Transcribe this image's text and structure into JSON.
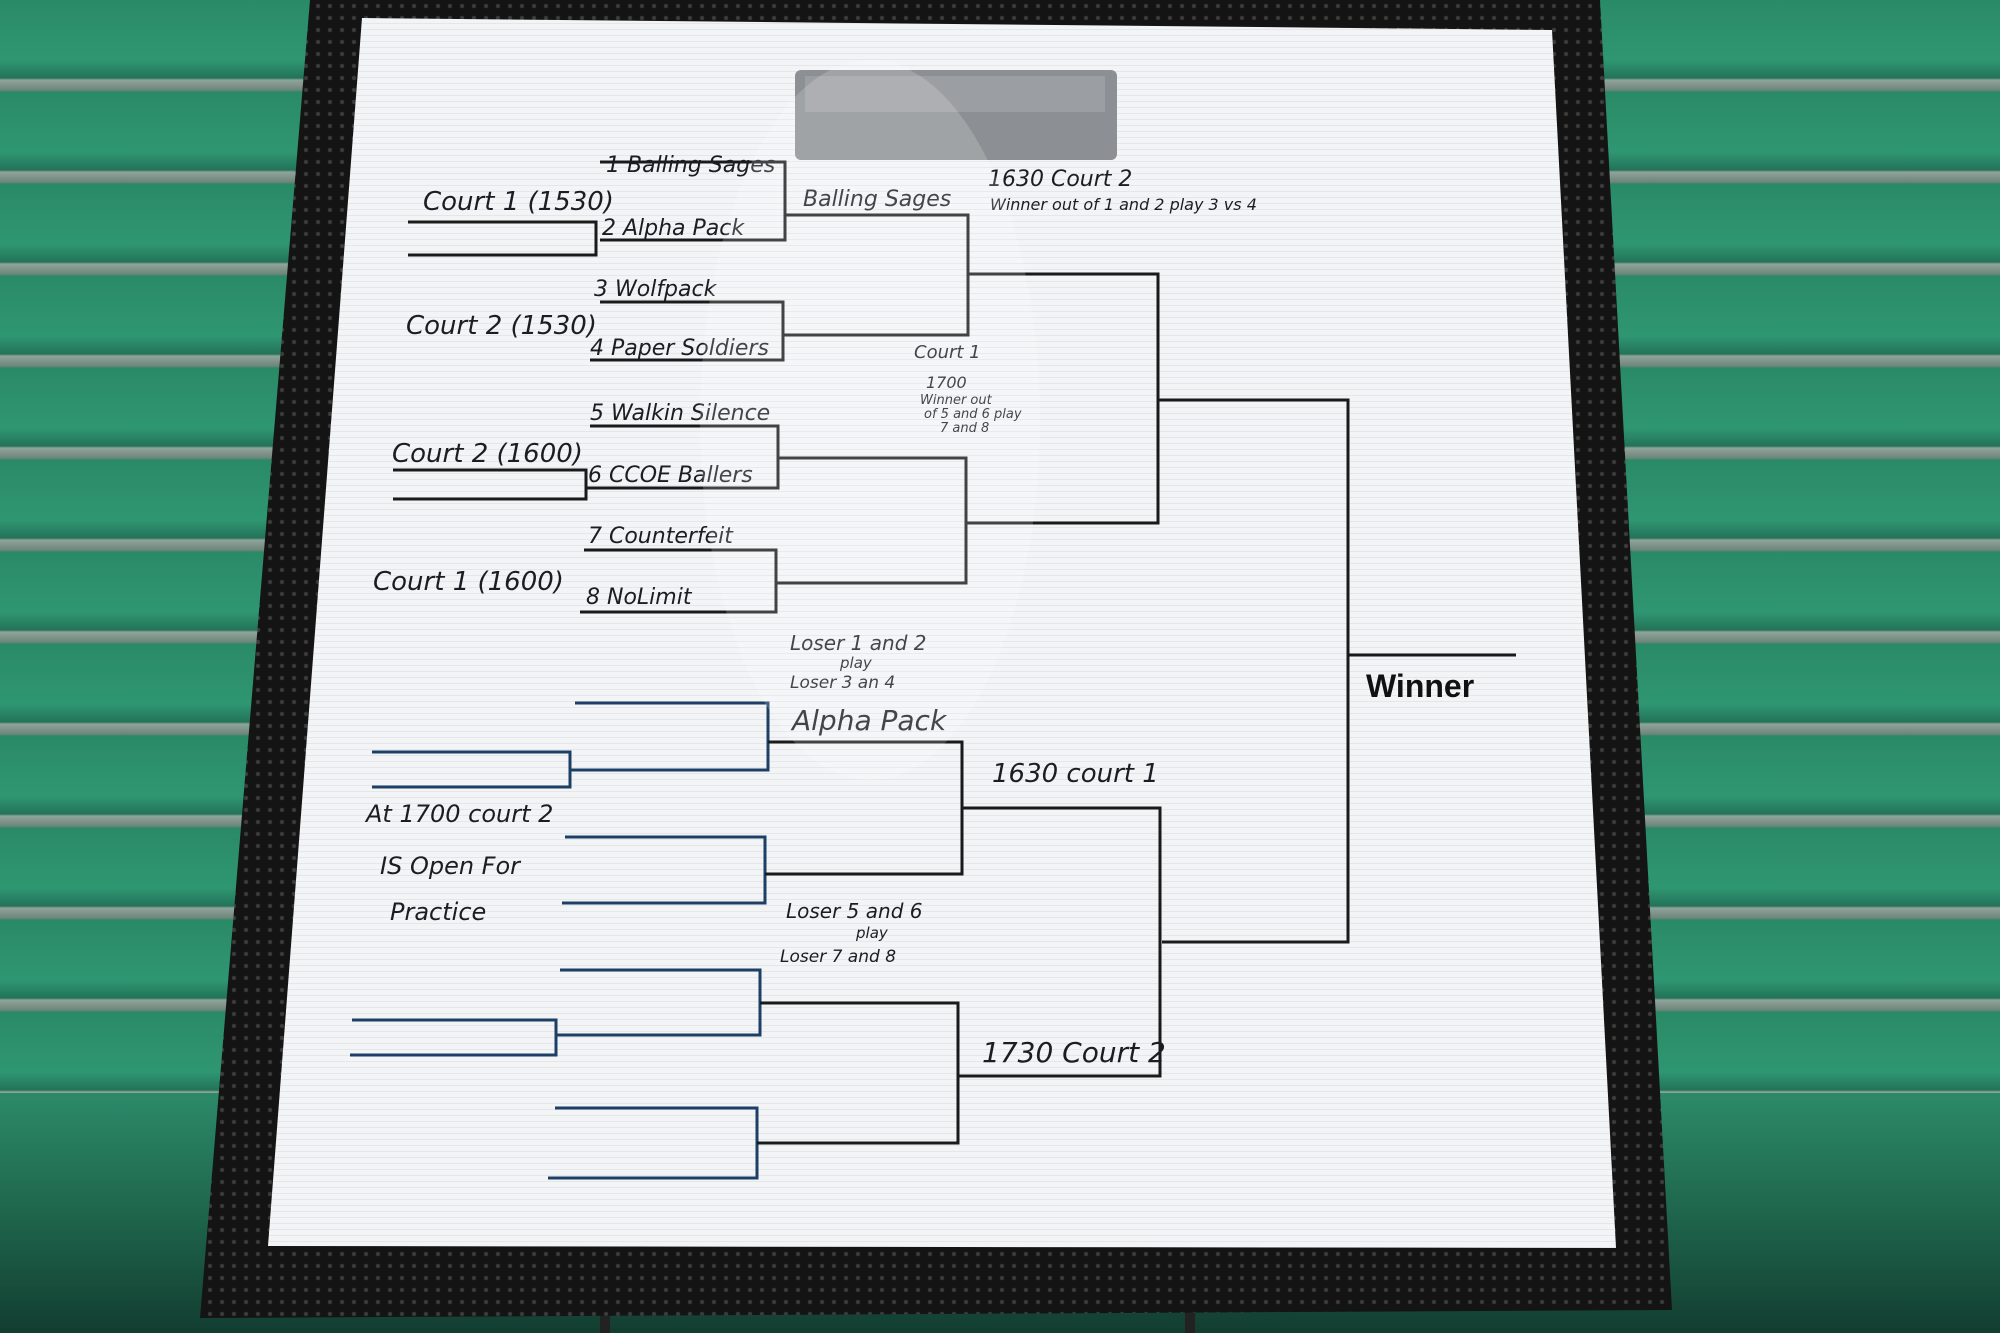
{
  "colors": {
    "bleacher_green": "#2a8a68",
    "board_white": "#f4f5f7",
    "frame_black": "#151515",
    "bracket_black": "#1a1a1a",
    "bracket_blue": "#1d3f66",
    "tape_gray": "#8c8f93"
  },
  "bracket": {
    "winner_label": "Winner",
    "top_half": {
      "seeds": [
        "1 Balling Sages",
        "2 Alpha Pack",
        "3 Wolfpack",
        "4 Paper Soldiers",
        "5 Walkin Silence",
        "6 CCOE Ballers",
        "7 Counterfeit",
        "8 NoLimit"
      ],
      "court_notes": [
        "Court 1 (1530)",
        "Court 2 (1530)",
        "Court 2 (1600)",
        "Court 1 (1600)"
      ],
      "round2_winner": "Balling Sages",
      "note_1630": "1630 Court 2",
      "note_1630_sub": "Winner out of 1 and 2 play 3 vs 4",
      "note_court1_1700": [
        "Court 1",
        "1700",
        "Winner out",
        "of 5 and 6 play",
        "7 and 8"
      ]
    },
    "bottom_half": {
      "loser_note_a": [
        "Loser 1 and 2",
        "play",
        "Loser 3 an 4"
      ],
      "loser_winner_a": "Alpha Pack",
      "note_1630_court1": "1630 court 1",
      "practice_note": [
        "At 1700 court 2",
        "IS Open For",
        "Practice"
      ],
      "loser_note_b": [
        "Loser 5 and 6",
        "play",
        "Loser 7 and 8"
      ],
      "note_1730": "1730 Court 2"
    }
  }
}
